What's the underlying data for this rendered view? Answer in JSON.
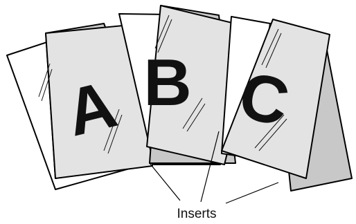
{
  "diagram": {
    "letters": [
      "A",
      "B",
      "C"
    ],
    "callout_label": "Inserts"
  }
}
